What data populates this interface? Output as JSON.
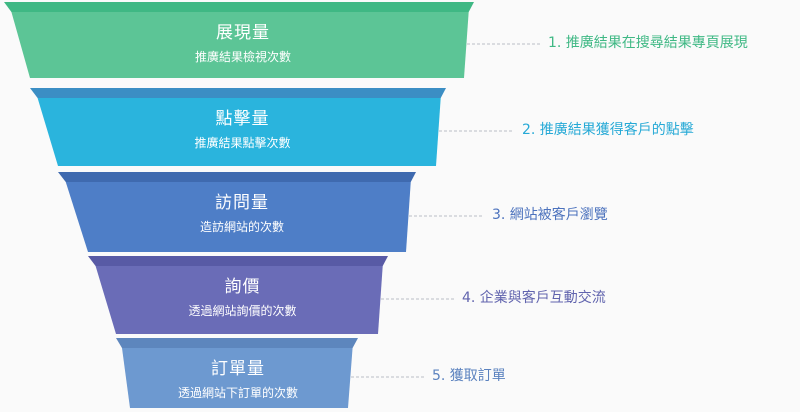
{
  "funnel": {
    "stages": [
      {
        "title": "展現量",
        "subtitle": "推廣結果檢視次數",
        "note": "1. 推廣結果在搜尋結果專頁展現",
        "color": "#5cc596",
        "top_color": "#3fb884",
        "note_color": "#3fb884"
      },
      {
        "title": "點擊量",
        "subtitle": "推廣結果點擊次數",
        "note": "2. 推廣結果獲得客戶的點擊",
        "color": "#2ab4dd",
        "top_color": "#3b8ec4",
        "note_color": "#26a9d6"
      },
      {
        "title": "訪問量",
        "subtitle": "造訪網站的次數",
        "note": "3. 網站被客戶瀏覽",
        "color": "#4e7ec7",
        "top_color": "#3f6aaf",
        "note_color": "#4c72bd"
      },
      {
        "title": "詢價",
        "subtitle": "透過網站詢價的次數",
        "note": "4. 企業與客戶互動交流",
        "color": "#6a6cb7",
        "top_color": "#585aa5",
        "note_color": "#6164ae"
      },
      {
        "title": "訂單量",
        "subtitle": "透過網站下訂單的次數",
        "note": "5. 獲取訂單",
        "color": "#6d99d0",
        "top_color": "#5d86bd",
        "note_color": "#5b82bf"
      }
    ]
  }
}
